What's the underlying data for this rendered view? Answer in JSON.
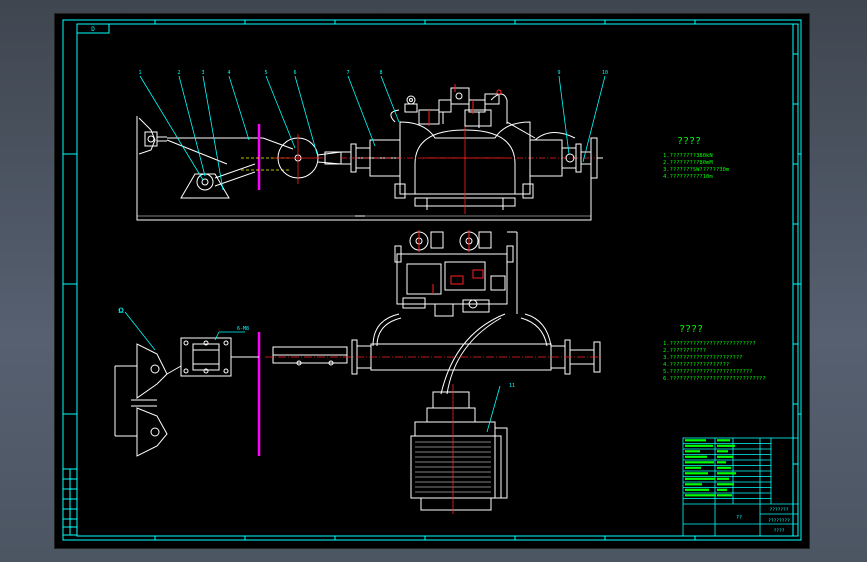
{
  "drawing": {
    "zone_label": "D",
    "balloons_top": [
      "1",
      "2",
      "3",
      "4",
      "5",
      "6",
      "7",
      "8",
      "9",
      "10"
    ],
    "balloon_left": "12",
    "balloon_bottom": "11",
    "dimension_note": "6-M8",
    "colors": {
      "background": "#000000",
      "frame": "#00ffff",
      "geometry": "#ffffff",
      "leader": "#00ffff",
      "centerline": "#ff2020",
      "magenta": "#ff00ff",
      "notes": "#00ff00",
      "hidden": "#ffff00"
    }
  },
  "notes_top": {
    "heading": "????",
    "lines": [
      "1.????????380kN",
      "2.?????????80mM",
      "3.???????SW??????30m",
      "4.??????????10m"
    ]
  },
  "notes_bottom": {
    "heading": "????",
    "lines": [
      "1.??????????????????????????",
      "2.???????????",
      "3.??????????????????????",
      "4.??????????????????",
      "5.?????????????????????????",
      "6.?????????????????????????????"
    ]
  },
  "title_block": {
    "title": "????????",
    "drawing_no": "????",
    "scale": "??",
    "company": "???????"
  }
}
